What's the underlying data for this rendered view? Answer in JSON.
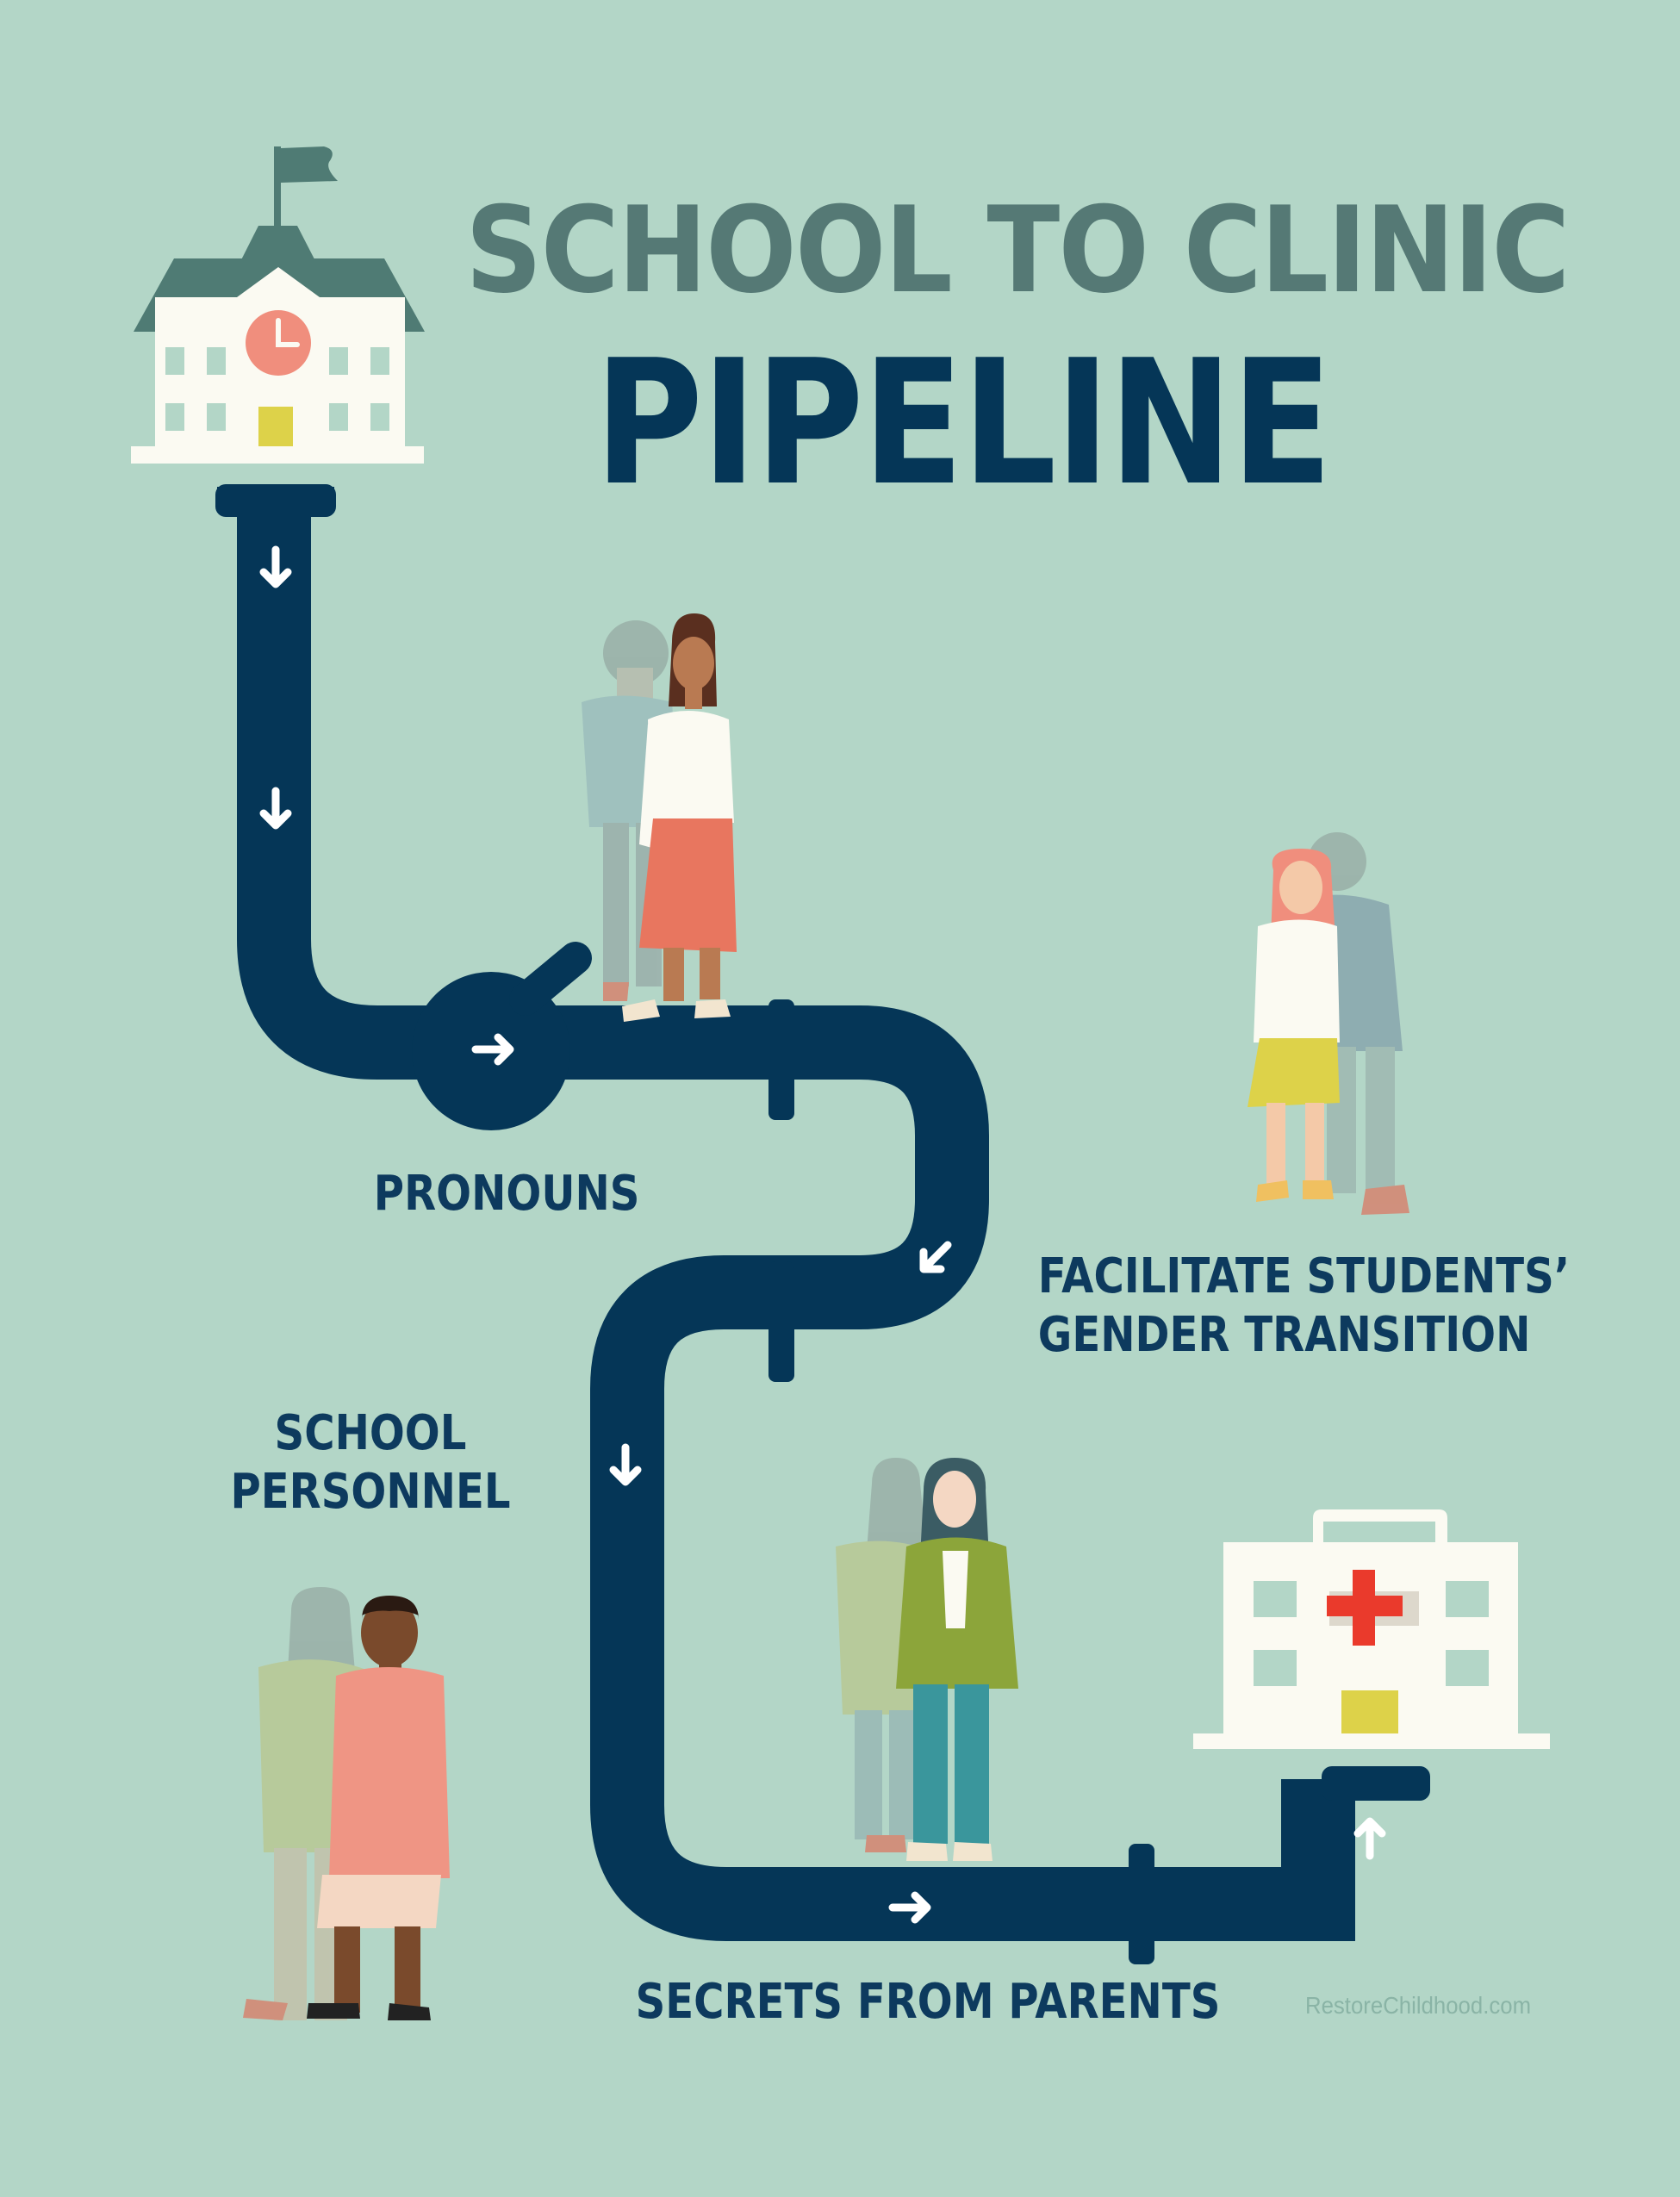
{
  "title": {
    "line1": "SCHOOL TO CLINIC",
    "line2": "PIPELINE"
  },
  "labels": {
    "pronouns": "PRONOUNS",
    "facilitate_line1": "FACILITATE STUDENTS’",
    "facilitate_line2": "GENDER TRANSITION",
    "personnel_line1": "SCHOOL",
    "personnel_line2": "PERSONNEL",
    "secrets": "SECRETS FROM PARENTS"
  },
  "watermark": "RestoreChildhood.com",
  "colors": {
    "background": "#b3d6c7",
    "pipe": "#053657",
    "title_gray": "#557975",
    "title_navy": "#053657",
    "school_roof": "#4f7b74",
    "building": "#fbfaf2",
    "window": "#b3d6c7",
    "door": "#ddd249",
    "clock": "#f08e7d",
    "cross": "#ea3a2c",
    "arrow": "#ffffff"
  },
  "icons": {
    "start": "school-building-icon",
    "end": "clinic-building-icon",
    "flow": "arrow-icon"
  }
}
